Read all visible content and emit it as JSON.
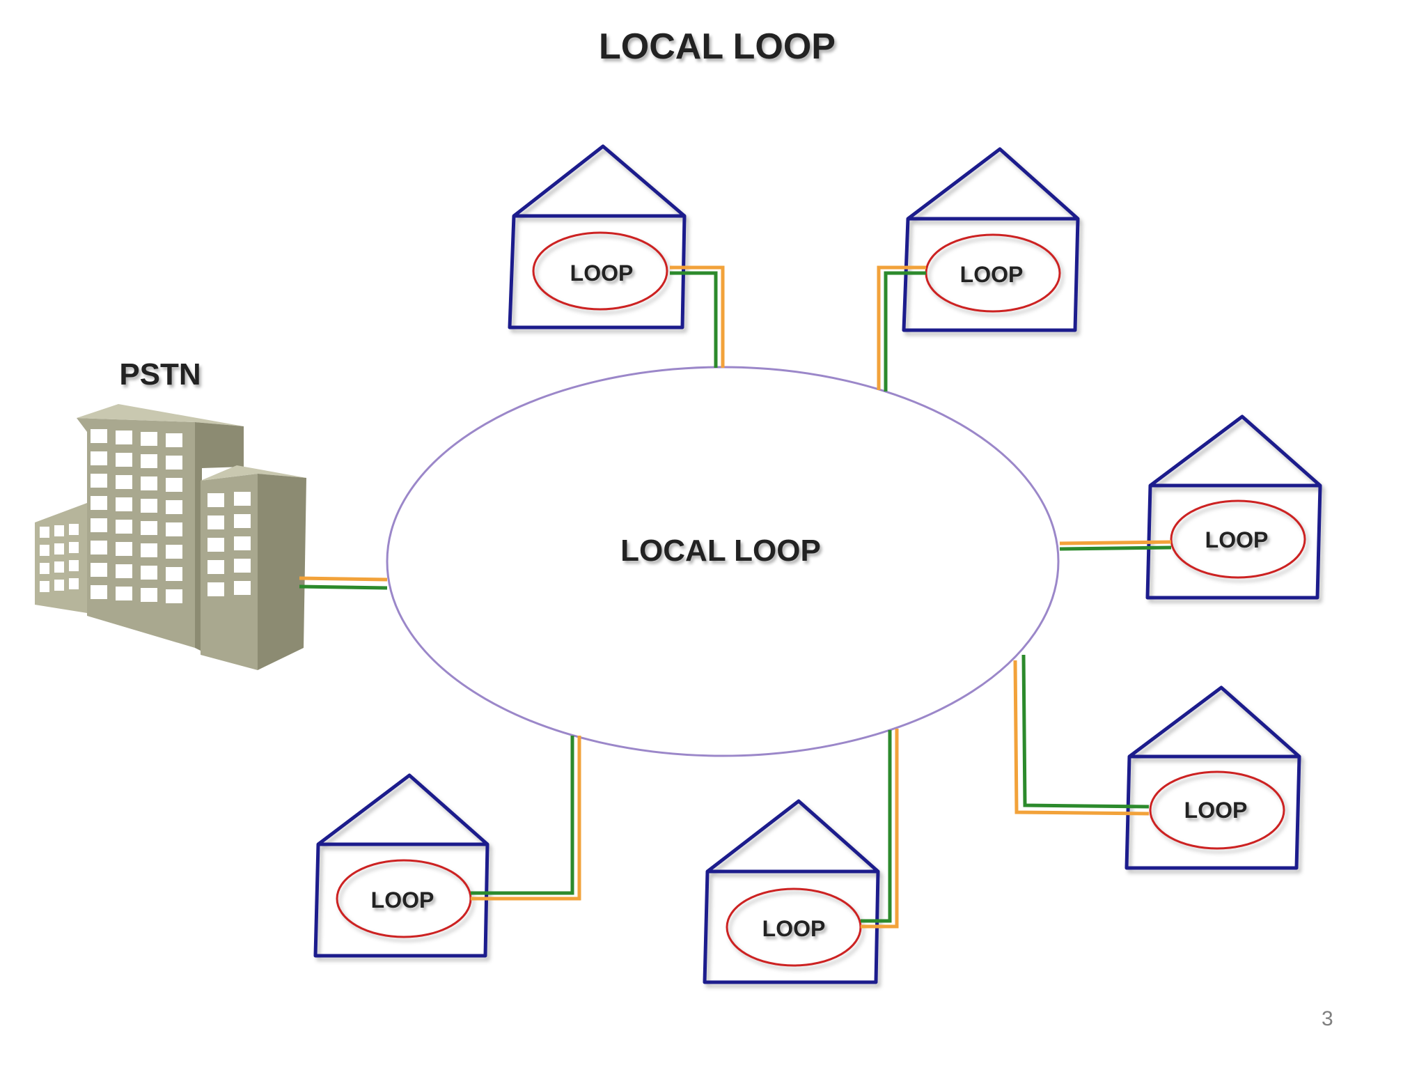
{
  "slide": {
    "title": "LOCAL LOOP",
    "page_number": "3"
  },
  "pstn": {
    "label": "PSTN"
  },
  "ring": {
    "label": "LOCAL LOOP"
  },
  "houses": [
    {
      "label": "LOOP"
    },
    {
      "label": "LOOP"
    },
    {
      "label": "LOOP"
    },
    {
      "label": "LOOP"
    },
    {
      "label": "LOOP"
    },
    {
      "label": "LOOP"
    }
  ],
  "colors": {
    "house_outline": "#1c1c8c",
    "loop_ellipse": "#cc2222",
    "ring_outline": "#9b87c9",
    "wire_orange": "#f2a23a",
    "wire_green": "#2c8a2c",
    "building_front": "#a9a88f",
    "building_side": "#8c8b72",
    "window": "#ffffff"
  }
}
